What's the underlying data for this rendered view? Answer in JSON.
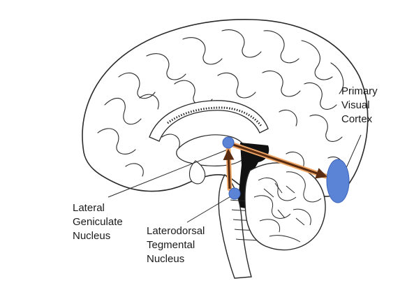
{
  "labels": {
    "lgn": [
      "Lateral",
      "Geniculate",
      "Nucleus"
    ],
    "ldt": [
      "Laterodorsal",
      "Tegmental",
      "Nucleus"
    ],
    "v1": [
      "Primary",
      "Visual",
      "Cortex"
    ]
  },
  "colors": {
    "outline": "#2a2a2a",
    "nucleus_fill": "#5b83d6",
    "nucleus_stroke": "#3d63b8",
    "arrow_body": "#5a2c12",
    "arrow_glow": "#f0a868",
    "dark_region": "#111111"
  }
}
